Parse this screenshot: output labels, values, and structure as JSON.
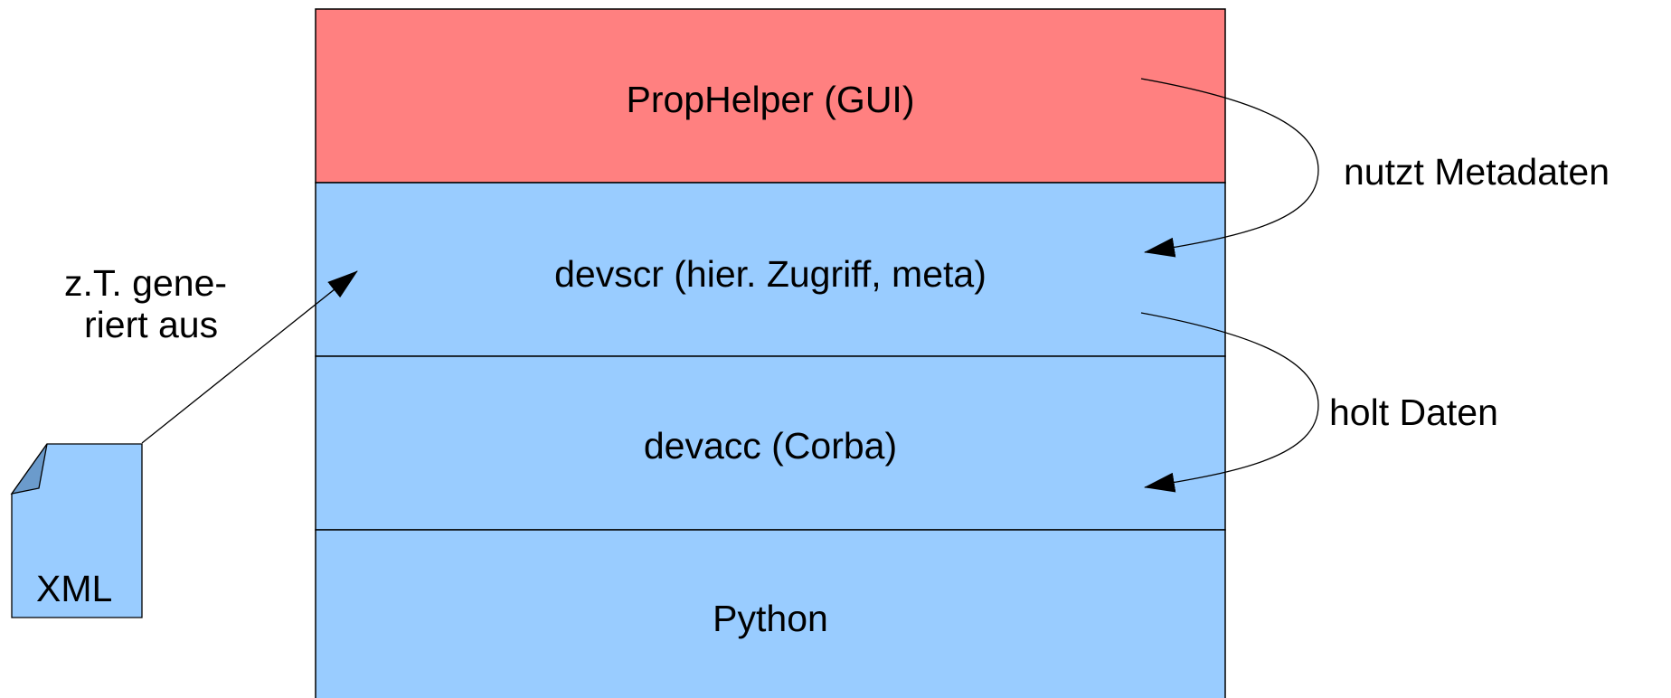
{
  "layers": [
    {
      "label": "PropHelper (GUI)",
      "fill": "#ff8080"
    },
    {
      "label": "devscr (hier. Zugriff, meta)",
      "fill": "#99ccff"
    },
    {
      "label": "devacc (Corba)",
      "fill": "#99ccff"
    },
    {
      "label": "Python",
      "fill": "#99ccff"
    }
  ],
  "annotations": {
    "uses_metadata": "nutzt Metadaten",
    "fetches_data": "holt Daten",
    "generated_line1": "z.T. gene-",
    "generated_line2": "riert aus"
  },
  "xml_file": {
    "label": "XML",
    "fill": "#99ccff",
    "fold_fill": "#6b9bcc"
  },
  "colors": {
    "stroke": "#000000",
    "background": "#ffffff"
  }
}
